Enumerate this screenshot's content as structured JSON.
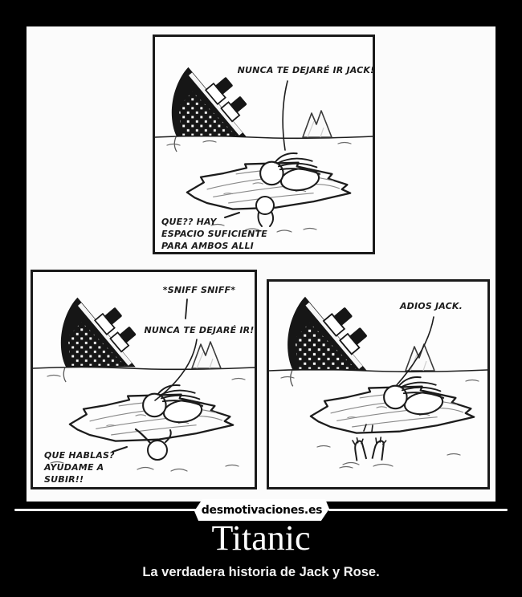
{
  "colors": {
    "background": "#000000",
    "paper": "#fbfbfb",
    "ink": "#1c1c1c"
  },
  "comic": {
    "panel1": {
      "bubble": "NUNCA TE DEJARÉ IR JACK!",
      "caption_lines": [
        "QUE?? HAY",
        "ESPACIO SUFICIENTE",
        "PARA AMBOS ALLI"
      ]
    },
    "panel2": {
      "sfx": "*SNIFF SNIFF*",
      "bubble": "NUNCA TE DEJARÉ IR!",
      "caption_lines": [
        "QUE HABLAS?",
        "AYUDAME A",
        "SUBIR!!"
      ]
    },
    "panel3": {
      "bubble": "ADIOS JACK."
    }
  },
  "watermark": {
    "site": "desmotivaciones.es"
  },
  "caption": {
    "title": "Titanic",
    "subtitle": "La verdadera historia de Jack y Rose."
  }
}
